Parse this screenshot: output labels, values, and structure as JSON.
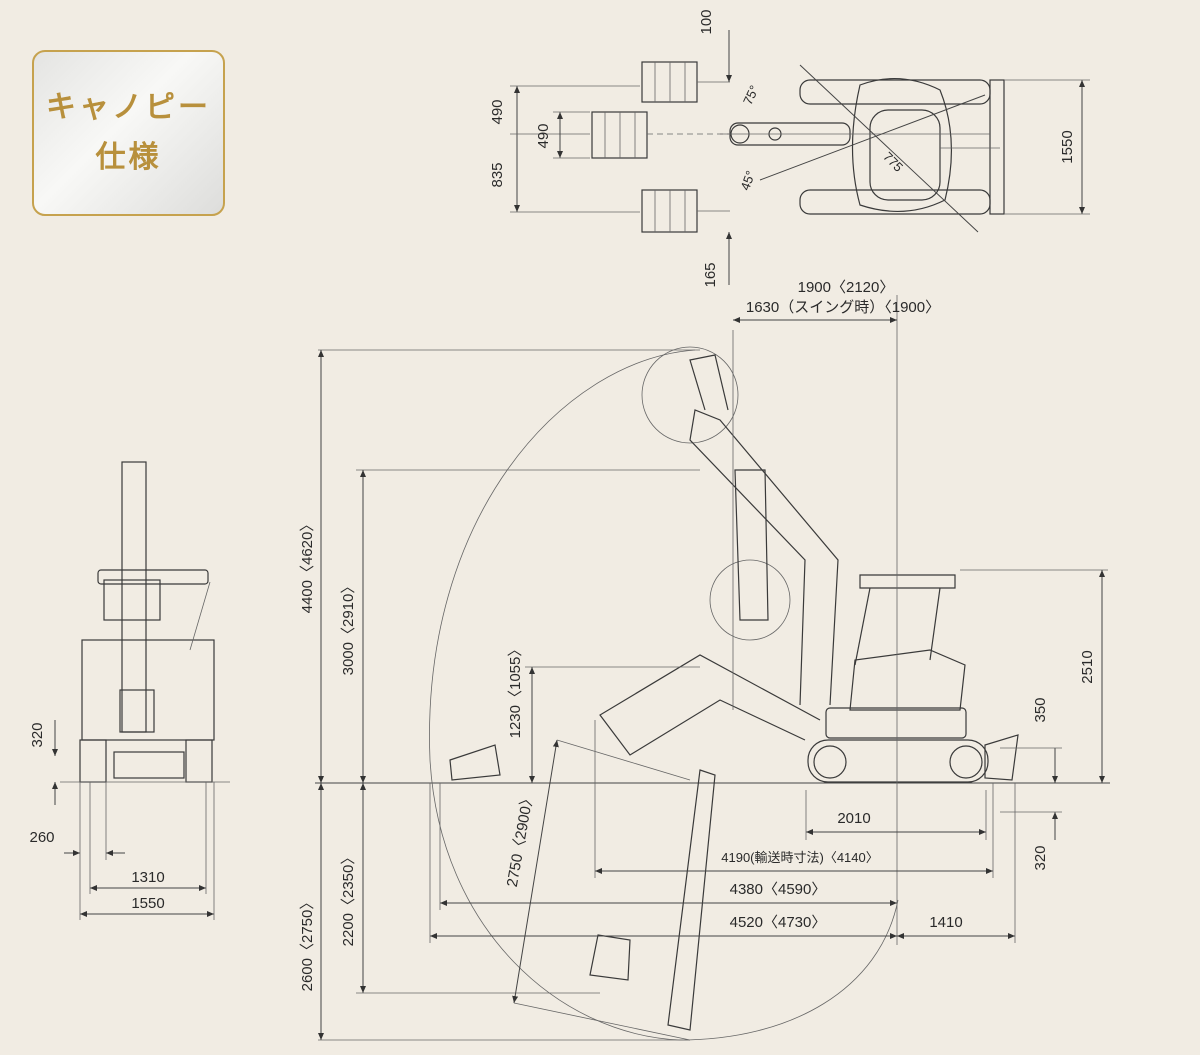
{
  "badge": {
    "line1": "キャノピー",
    "line2": "仕様"
  },
  "top_view": {
    "dim_100": "100",
    "dim_490_a": "490",
    "dim_490_b": "490",
    "dim_835": "835",
    "dim_165": "165",
    "dim_1550": "1550",
    "angle_75": "75°",
    "angle_45": "45°",
    "radius_775": "775"
  },
  "front_view": {
    "dim_320": "320",
    "dim_260": "260",
    "dim_1310": "1310",
    "dim_1550": "1550"
  },
  "side_view": {
    "dim_1900": "1900〈2120〉",
    "dim_1630": "1630（スイング時）〈1900〉",
    "dim_4400": "4400〈4620〉",
    "dim_3000": "3000〈2910〉",
    "dim_1230": "1230〈1055〉",
    "dim_2750": "2750〈2900〉",
    "dim_2600": "2600〈2750〉",
    "dim_2200": "2200〈2350〉",
    "dim_2510": "2510",
    "dim_350": "350",
    "dim_320": "320",
    "dim_2010": "2010",
    "dim_4190": "4190(輸送時寸法)〈4140〉",
    "dim_4380": "4380〈4590〉",
    "dim_4520": "4520〈4730〉",
    "dim_1410": "1410"
  }
}
